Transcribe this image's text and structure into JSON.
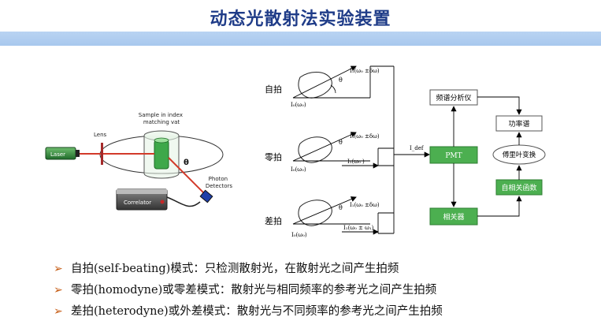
{
  "title": "动态光散射法实验装置",
  "setup": {
    "lens": "Lens",
    "laser": "Laser",
    "sample": "Sample in index\nmatching vat",
    "theta": "θ",
    "photon_detectors": "Photon\nDetectors",
    "correlator": "Correlator"
  },
  "modes": {
    "self": "自拍",
    "homo": "零拍",
    "hetero": "差拍",
    "theta": "θ",
    "ref_in": "I₀(ω₀)",
    "scatter": "I₁(ω₀ ±δω)",
    "local_osc": "I₁(ω₀ )",
    "local_shift": "I₁(ω₀ ± ω₁)",
    "i_def": "I_def"
  },
  "flow": {
    "spectrum_analyzer": "频谱分析仪",
    "power_spectrum": "功率谱",
    "fourier": "傅里叶变换",
    "pmt": "PMT",
    "autocorr": "自相关函数",
    "correlator": "相关器"
  },
  "colors": {
    "green_box": "#4caf50",
    "title": "#1f3c88",
    "bar": "#a8c8ee"
  },
  "bullets": [
    "自拍(self-beating)模式：只检测散射光，在散射光之间产生拍频",
    "零拍(homodyne)或零差模式：散射光与相同频率的参考光之间产生拍频",
    "差拍(heterodyne)或外差模式：散射光与不同频率的参考光之间产生拍频"
  ]
}
